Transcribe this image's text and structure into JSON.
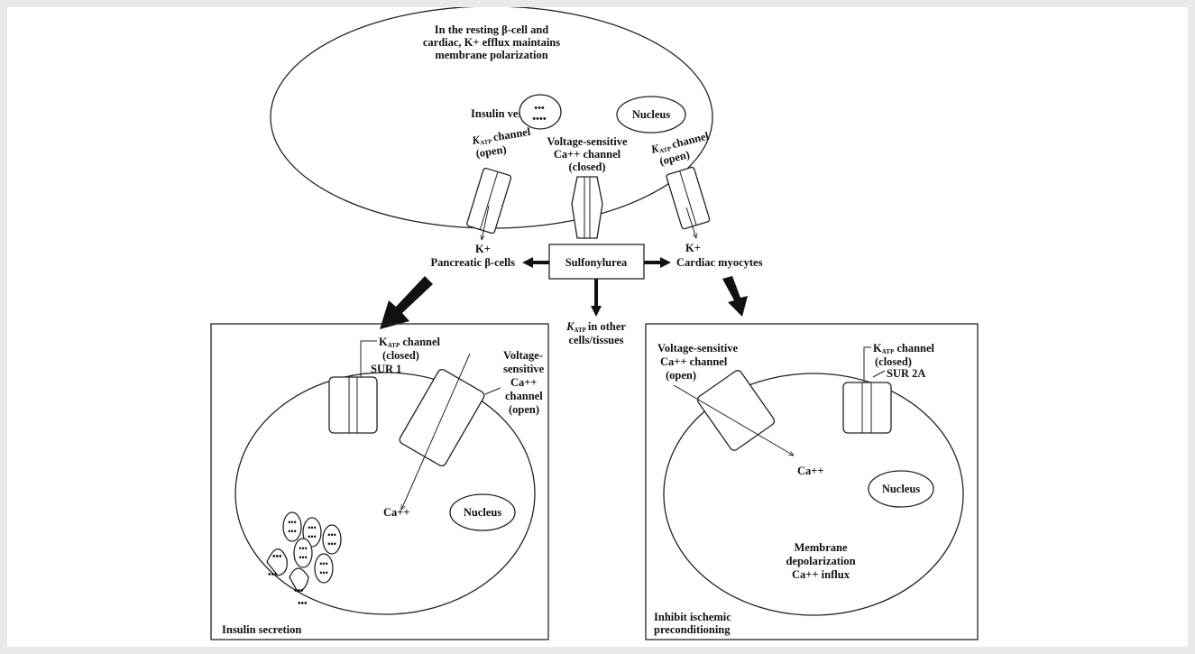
{
  "top_cell": {
    "caption": [
      "In the resting β-cell and",
      "cardiac, K+ efflux maintains",
      "membrane polarization"
    ],
    "insulin_vesicle_label": "Insulin vesicle",
    "nucleus_label": "Nucleus",
    "katp_left_label": [
      "channel",
      "(open)"
    ],
    "katp_right_label": [
      "channel",
      "(open)"
    ],
    "katp_prefix": "K",
    "katp_sub": "ATP",
    "vsc_label": [
      "Voltage-sensitive",
      "Ca++ channel",
      "(closed)"
    ],
    "k_left": "K+",
    "k_right": "K+"
  },
  "center": {
    "drug": "Sulfonylurea",
    "left_target": "Pancreatic  β-cells",
    "right_target": "Cardiac myocytes",
    "other_prefix": "K",
    "other_sub": "ATP",
    "other_rest": "in other",
    "other_line2": "cells/tissues"
  },
  "left_panel": {
    "katp_prefix": "K",
    "katp_sub": "ATP",
    "katp_rest": " channel",
    "katp_state": "(closed)",
    "sur_label": "SUR 1",
    "vsc_label": [
      "Voltage-",
      "sensitive",
      "Ca++",
      "channel",
      "(open)"
    ],
    "ca_label": "Ca++",
    "nucleus_label": "Nucleus",
    "caption": "Insulin secretion"
  },
  "right_panel": {
    "vsc_label": [
      "Voltage-sensitive",
      "Ca++ channel",
      "(open)"
    ],
    "katp_prefix": "K",
    "katp_sub": "ATP",
    "katp_rest": " channel",
    "katp_state": "(closed)",
    "sur_label": "SUR 2A",
    "ca_label": "Ca++",
    "nucleus_label": "Nucleus",
    "effect": [
      "Membrane",
      "depolarization",
      "Ca++ influx"
    ],
    "caption": [
      "Inhibit ischemic",
      "preconditioning"
    ]
  }
}
